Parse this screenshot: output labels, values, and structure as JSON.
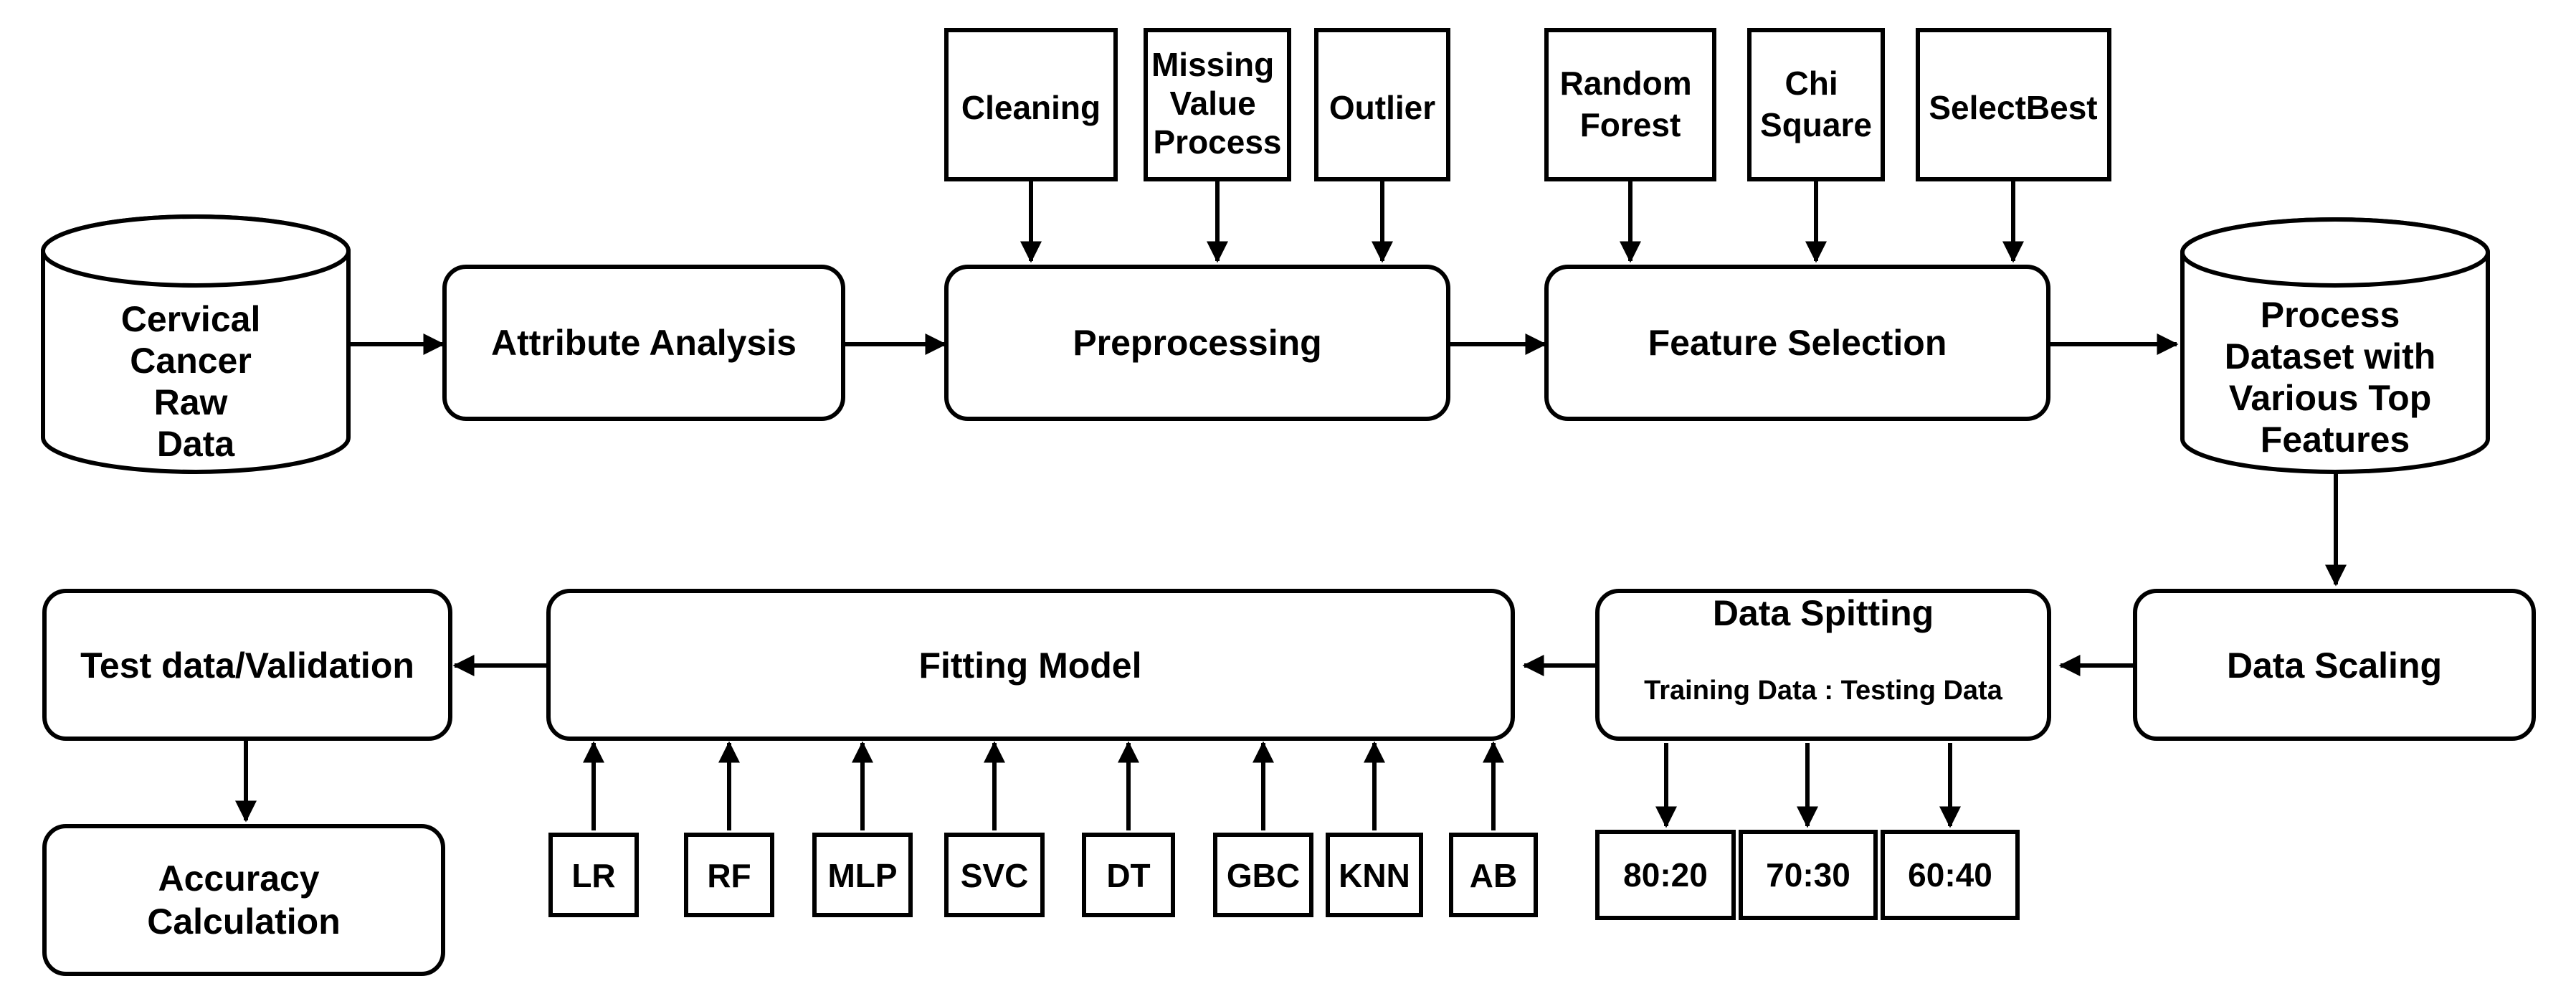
{
  "raw_data": [
    "Cervical",
    "Cancer",
    "Raw",
    "Data"
  ],
  "attribute_analysis": "Attribute Analysis",
  "preprocessing": {
    "label": "Preprocessing",
    "steps": [
      [
        "Cleaning"
      ],
      [
        "Missing",
        "Value",
        "Process"
      ],
      [
        "Outlier"
      ]
    ]
  },
  "feature_selection": {
    "label": "Feature Selection",
    "methods": [
      [
        "Random",
        "Forest"
      ],
      [
        "Chi",
        "Square"
      ],
      [
        "SelectBest"
      ]
    ]
  },
  "processed_dataset": [
    "Process",
    "Dataset with",
    "Various Top",
    "Features"
  ],
  "data_scaling": "Data Scaling",
  "data_splitting": {
    "title": "Data Spitting",
    "subtitle": "Training Data : Testing Data",
    "ratios": [
      "80:20",
      "70:30",
      "60:40"
    ]
  },
  "fitting_model": {
    "label": "Fitting Model",
    "models": [
      "LR",
      "RF",
      "MLP",
      "SVC",
      "DT",
      "GBC",
      "KNN",
      "AB"
    ]
  },
  "validation": "Test data/Validation",
  "accuracy": [
    "Accuracy",
    "Calculation"
  ]
}
